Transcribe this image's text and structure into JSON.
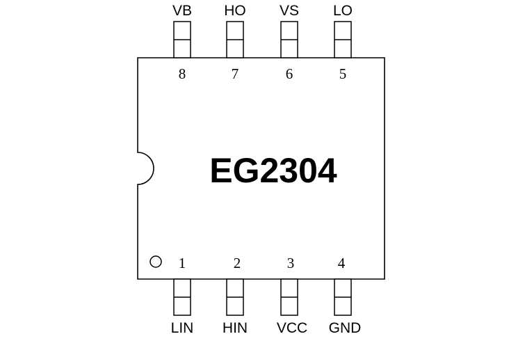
{
  "chip": {
    "part_number": "EG2304"
  },
  "pins": {
    "top": [
      {
        "number": "8",
        "name": "VB"
      },
      {
        "number": "7",
        "name": "HO"
      },
      {
        "number": "6",
        "name": "VS"
      },
      {
        "number": "5",
        "name": "LO"
      }
    ],
    "bottom": [
      {
        "number": "1",
        "name": "LIN"
      },
      {
        "number": "2",
        "name": "HIN"
      },
      {
        "number": "3",
        "name": "VCC"
      },
      {
        "number": "4",
        "name": "GND"
      }
    ]
  }
}
